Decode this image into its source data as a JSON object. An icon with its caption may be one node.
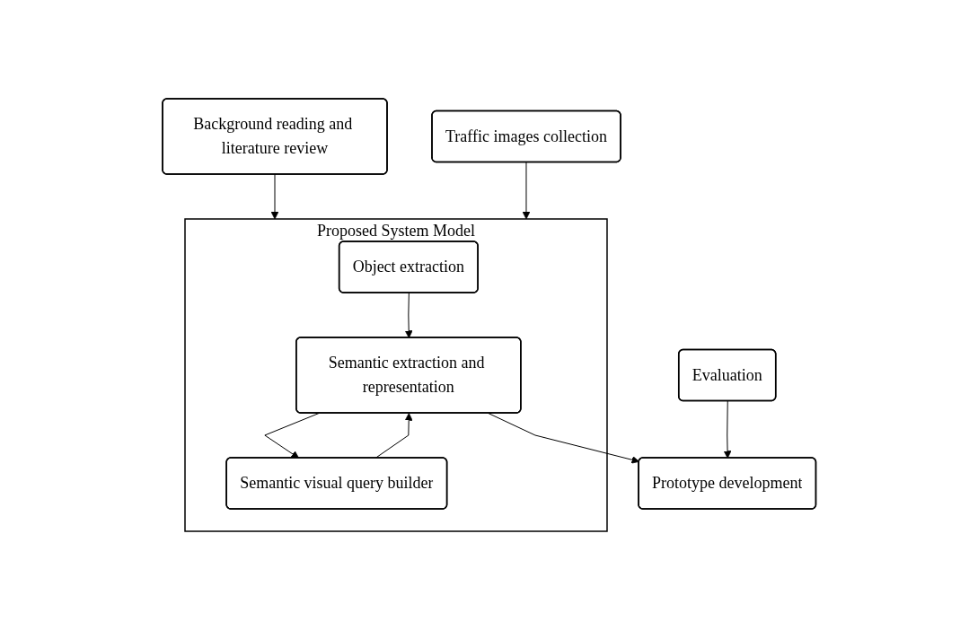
{
  "diagram": {
    "nodes": [
      {
        "text": [
          "Background reading and literature review"
        ]
      },
      {
        "text": [
          "Traffic images collection"
        ]
      },
      {
        "text": [
          "Proposed System Model"
        ]
      },
      {
        "text": [
          "Object extraction"
        ],
        "in": 2
      },
      {
        "text": [
          "Semantic extraction and representation"
        ],
        "in": 2
      },
      {
        "text": [
          "Semantic visual query builder"
        ],
        "in": 2
      },
      {
        "text": [
          "Prototype development"
        ]
      },
      {
        "text": [
          "Evaluation"
        ]
      }
    ],
    "edges": [
      {
        "from": 0,
        "to": 2,
        "arrow": "to"
      },
      {
        "from": 1,
        "to": 2,
        "arrow": "to"
      },
      {
        "from": 3,
        "to": 4,
        "arrow": "to"
      },
      {
        "from": 4,
        "to": 5,
        "arrow": "to"
      },
      {
        "from": 5,
        "to": 4,
        "arrow": "to"
      },
      {
        "from": 4,
        "to": 6,
        "arrow": "to"
      },
      {
        "from": 7,
        "to": 6,
        "arrow": "to"
      }
    ]
  }
}
